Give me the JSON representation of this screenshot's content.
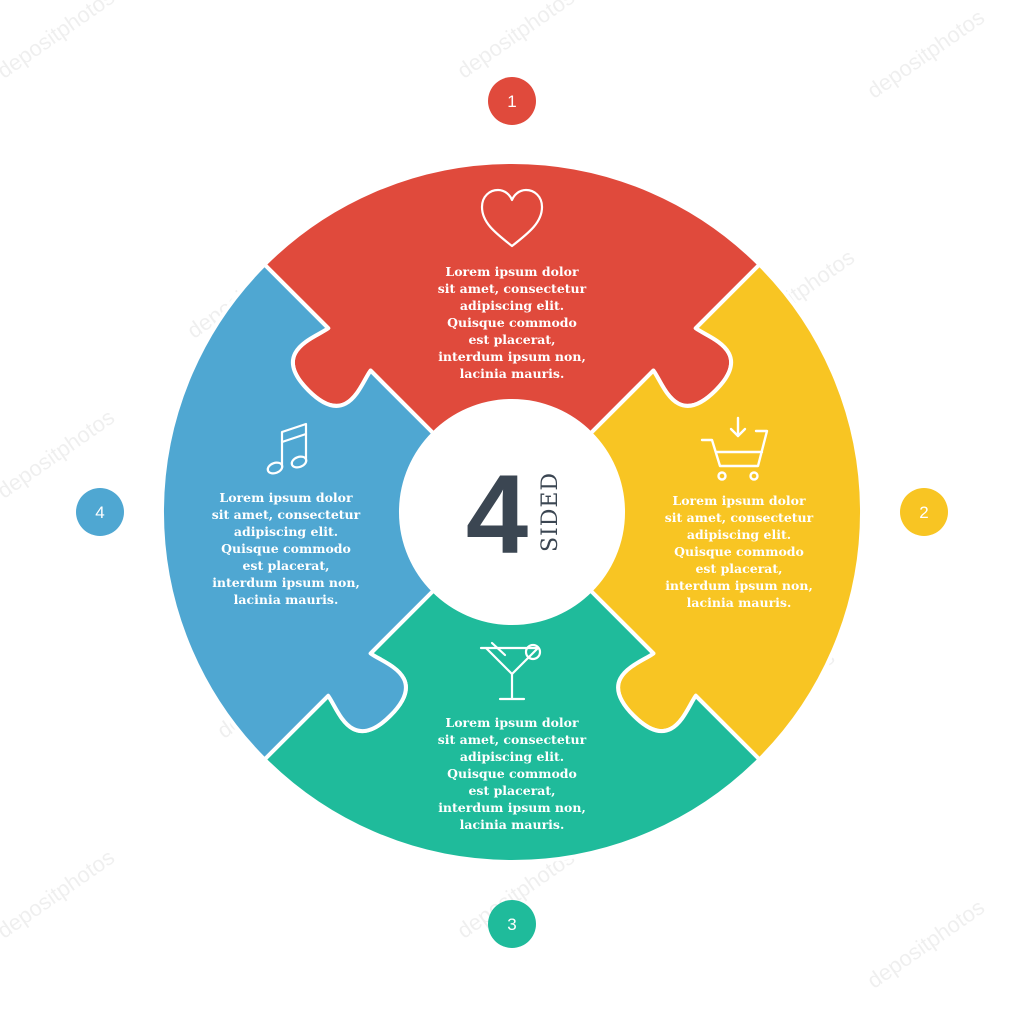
{
  "center": {
    "number": "4",
    "label": "SIDED",
    "text_color": "#3b4652"
  },
  "pieces": [
    {
      "id": 1,
      "color": "#e04a3c",
      "icon": "heart-icon",
      "text": [
        "Lorem ipsum dolor",
        "sit amet, consectetur",
        "adipiscing elit.",
        "Quisque commodo",
        "est placerat,",
        "interdum ipsum non,",
        "lacinia mauris."
      ]
    },
    {
      "id": 2,
      "color": "#f8c523",
      "icon": "shopping-cart-icon",
      "text": [
        "Lorem ipsum dolor",
        "sit amet, consectetur",
        "adipiscing elit.",
        "Quisque commodo",
        "est placerat,",
        "interdum ipsum non,",
        "lacinia mauris."
      ]
    },
    {
      "id": 3,
      "color": "#1fbb9b",
      "icon": "cocktail-glass-icon",
      "text": [
        "Lorem ipsum dolor",
        "sit amet, consectetur",
        "adipiscing elit.",
        "Quisque commodo",
        "est placerat,",
        "interdum ipsum non,",
        "lacinia mauris."
      ]
    },
    {
      "id": 4,
      "color": "#4fa7d2",
      "icon": "music-note-icon",
      "text": [
        "Lorem ipsum dolor",
        "sit amet, consectetur",
        "adipiscing elit.",
        "Quisque commodo",
        "est placerat,",
        "interdum ipsum non,",
        "lacinia mauris."
      ]
    }
  ],
  "markers": [
    {
      "label": "1",
      "color": "#e04a3c"
    },
    {
      "label": "2",
      "color": "#f8c523"
    },
    {
      "label": "3",
      "color": "#1fbb9b"
    },
    {
      "label": "4",
      "color": "#4fa7d2"
    }
  ],
  "watermark": "depositphotos"
}
